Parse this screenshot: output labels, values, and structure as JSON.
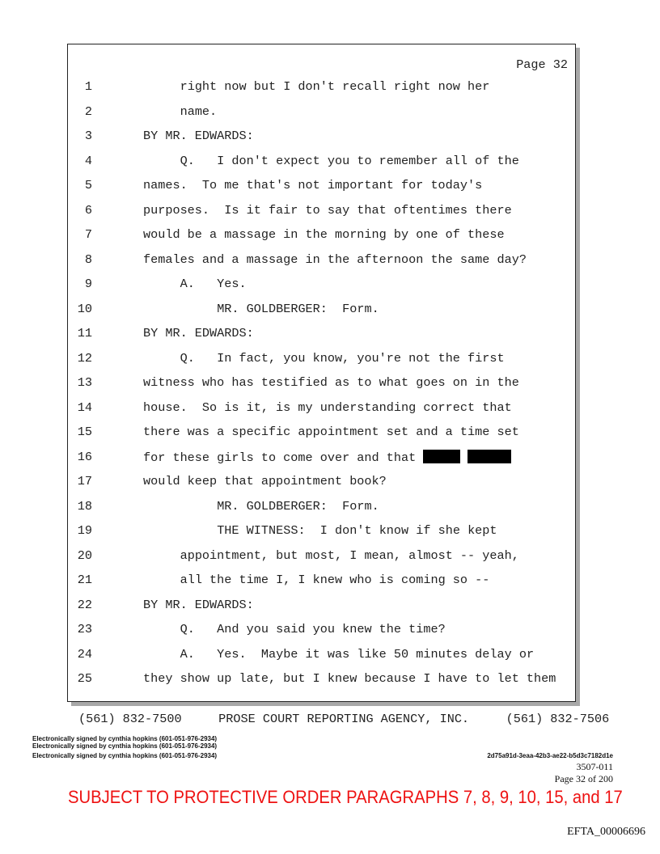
{
  "page_header": "Page 32",
  "lines": [
    {
      "n": "1",
      "text": "right now but I don't recall right now her"
    },
    {
      "n": "2",
      "text": "name."
    },
    {
      "n": "3",
      "text": "BY MR. EDWARDS:"
    },
    {
      "n": "4",
      "text": "Q.   I don't expect you to remember all of the"
    },
    {
      "n": "5",
      "text": "names.  To me that's not important for today's"
    },
    {
      "n": "6",
      "text": "purposes.  Is it fair to say that oftentimes there"
    },
    {
      "n": "7",
      "text": "would be a massage in the morning by one of these"
    },
    {
      "n": "8",
      "text": "females and a massage in the afternoon the same day?"
    },
    {
      "n": "9",
      "text": "A.   Yes."
    },
    {
      "n": "10",
      "text": "MR. GOLDBERGER:  Form."
    },
    {
      "n": "11",
      "text": "BY MR. EDWARDS:"
    },
    {
      "n": "12",
      "text": "Q.   In fact, you know, you're not the first"
    },
    {
      "n": "13",
      "text": "witness who has testified as to what goes on in the"
    },
    {
      "n": "14",
      "text": "house.  So is it, is my understanding correct that"
    },
    {
      "n": "15",
      "text": "there was a specific appointment set and a time set"
    },
    {
      "n": "16",
      "text": "for these girls to come over and that "
    },
    {
      "n": "17",
      "text": "would keep that appointment book?"
    },
    {
      "n": "18",
      "text": "MR. GOLDBERGER:  Form."
    },
    {
      "n": "19",
      "text": "THE WITNESS:  I don't know if she kept"
    },
    {
      "n": "20",
      "text": "appointment, but most, I mean, almost -- yeah,"
    },
    {
      "n": "21",
      "text": "all the time I, I knew who is coming so --"
    },
    {
      "n": "22",
      "text": "BY MR. EDWARDS:"
    },
    {
      "n": "23",
      "text": "Q.   And you said you knew the time?"
    },
    {
      "n": "24",
      "text": "A.   Yes.  Maybe it was like 50 minutes delay or"
    },
    {
      "n": "25",
      "text": "they show up late, but I knew because I have to let them"
    }
  ],
  "footer": "(561) 832-7500     PROSE COURT REPORTING AGENCY, INC.     (561) 832-7506",
  "signatures": [
    "Electronically signed by cynthia hopkins (601-051-976-2934)",
    "Electronically signed by cynthia hopkins (601-051-976-2934)",
    "Electronically signed by cynthia hopkins (601-051-976-2934)"
  ],
  "hash": "2d75a91d-3eaa-42b3-ae22-b5d3c7182d1e",
  "doc_code": "3507-011",
  "page_of": "Page 32 of 200",
  "banner": "SUBJECT TO PROTECTIVE ORDER PARAGRAPHS 7, 8, 9, 10, 15, and 17",
  "bates": "EFTA_00006696"
}
